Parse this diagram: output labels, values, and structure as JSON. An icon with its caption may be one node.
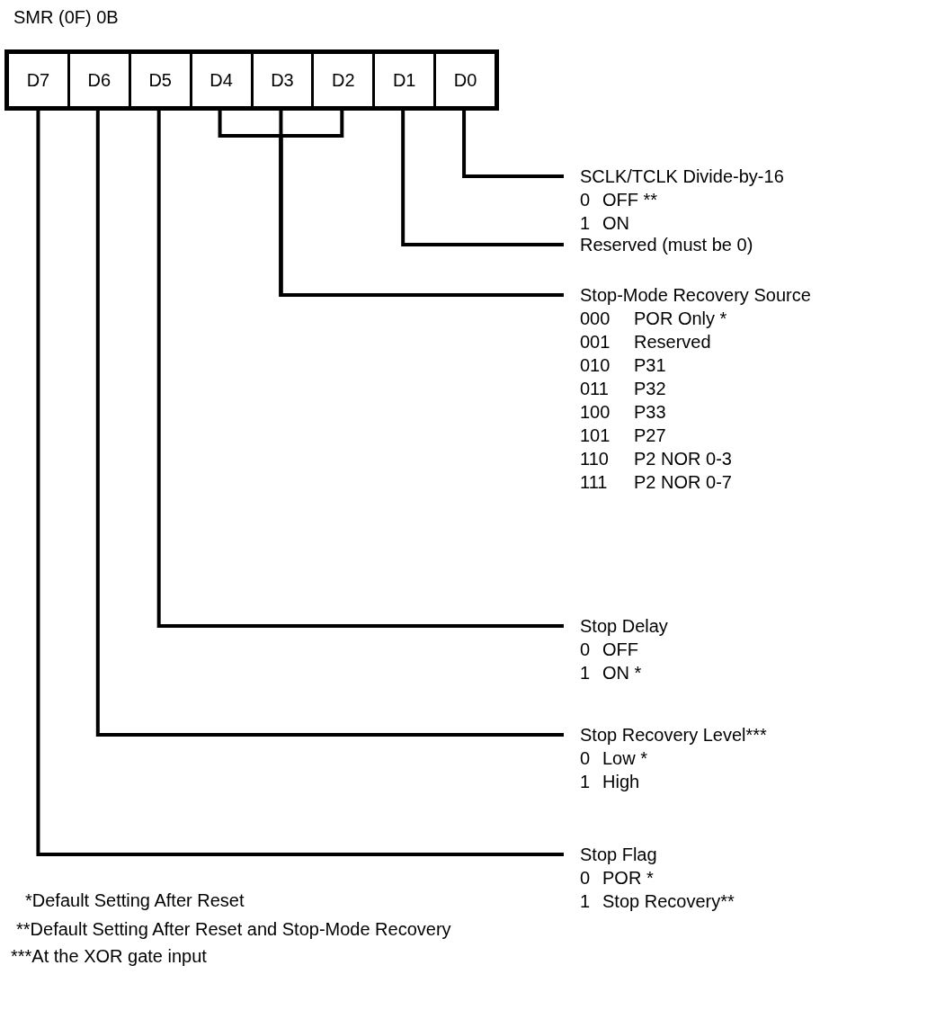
{
  "diagram": {
    "title": "SMR (0F) 0B",
    "nodes": [
      {
        "text": [
          "D7"
        ]
      },
      {
        "text": [
          "D6"
        ]
      },
      {
        "text": [
          "D5"
        ]
      },
      {
        "text": [
          "D4"
        ]
      },
      {
        "text": [
          "D3"
        ]
      },
      {
        "text": [
          "D2"
        ]
      },
      {
        "text": [
          "D1"
        ]
      },
      {
        "text": [
          "D0"
        ]
      },
      {
        "text": [
          "SCLK/TCLK Divide-by-16",
          "0 OFF **",
          "1 ON"
        ]
      },
      {
        "text": [
          "Reserved (must be 0)"
        ]
      },
      {
        "text": [
          "Stop-Mode Recovery Source",
          "000 POR Only *",
          "001 Reserved",
          "010 P31",
          "011 P32",
          "100 P33",
          "101 P27",
          "110 P2 NOR 0-3",
          "111 P2 NOR 0-7"
        ]
      },
      {
        "text": [
          "Stop Delay",
          "0 OFF",
          "1 ON *"
        ]
      },
      {
        "text": [
          "Stop Recovery Level***",
          "0 Low *",
          "1 High"
        ]
      },
      {
        "text": [
          "Stop Flag",
          "0 POR *",
          "1 Stop Recovery**"
        ]
      }
    ],
    "edges": [
      {
        "from": 7,
        "to": 8,
        "arrow": "none"
      },
      {
        "from": 6,
        "to": 9,
        "arrow": "none"
      },
      {
        "from": 3,
        "to": 10,
        "arrow": "none"
      },
      {
        "from": 4,
        "to": 10,
        "arrow": "none"
      },
      {
        "from": 5,
        "to": 10,
        "arrow": "none"
      },
      {
        "from": 2,
        "to": 11,
        "arrow": "none"
      },
      {
        "from": 1,
        "to": 12,
        "arrow": "none"
      },
      {
        "from": 0,
        "to": 13,
        "arrow": "none"
      }
    ],
    "labels": [
      "*Default Setting After Reset",
      "**Default Setting After Reset and Stop-Mode Recovery",
      "***At the XOR gate input"
    ]
  }
}
